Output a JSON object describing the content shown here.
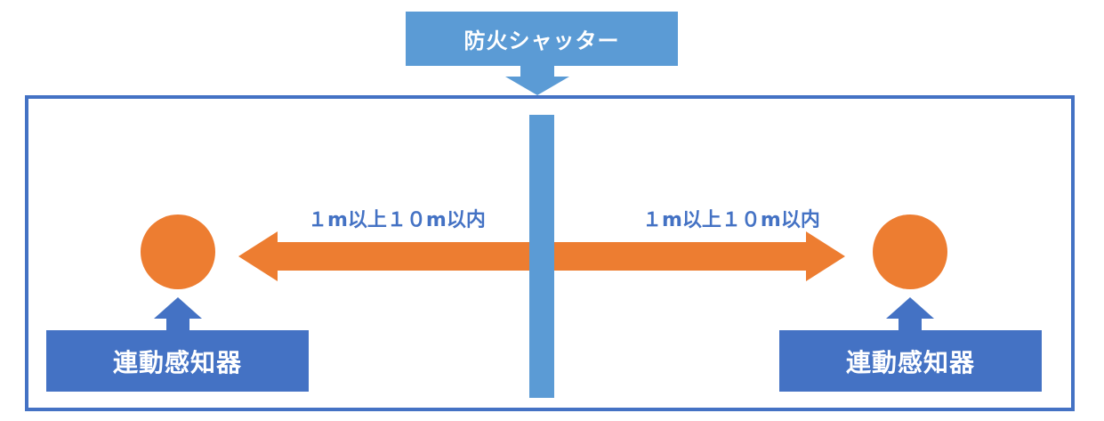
{
  "diagram": {
    "shutter_label": "防火シャッター",
    "distance_left": "１m以上１０m以内",
    "distance_right": "１m以上１０m以内",
    "detector_left_label": "連動感知器",
    "detector_right_label": "連動感知器"
  },
  "colors": {
    "shutter_blue": "#5b9bd5",
    "frame_blue": "#4472c4",
    "arrow_orange": "#ed7d31",
    "text_white": "#ffffff"
  }
}
